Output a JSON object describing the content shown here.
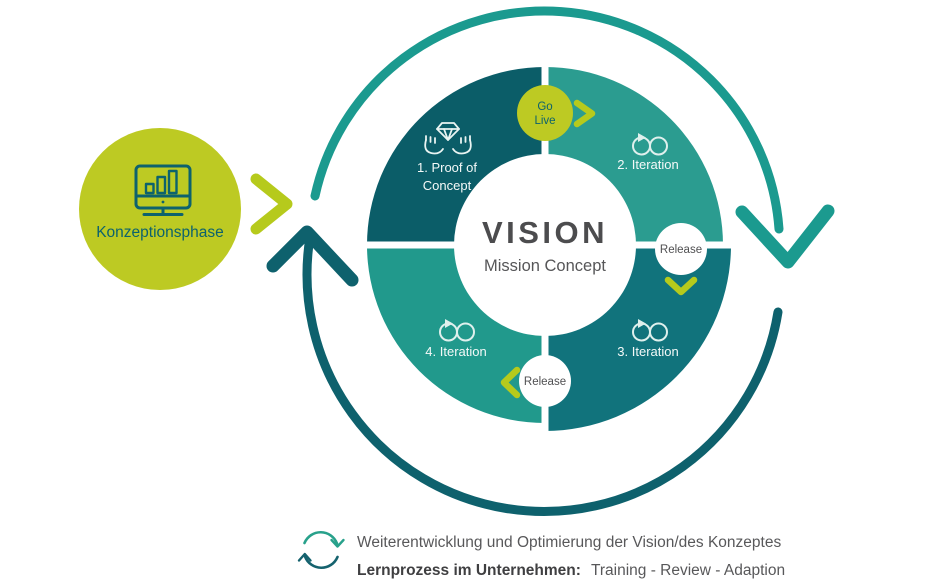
{
  "colors": {
    "lime": "#bdca23",
    "lime_chevron": "#b6ca1c",
    "teal_dark_text": "#0d626d",
    "quadrant1": "#0b5d68",
    "quadrant2": "#2b9c90",
    "quadrant3": "#11737c",
    "quadrant4": "#21998c",
    "arc_top": "#1b9a8f",
    "arc_bottom": "#0e616d",
    "title_text": "#4c4c4e",
    "subtitle_text": "#565658",
    "body_text": "#58585a",
    "bold_text": "#3f3f41",
    "release_text": "#505052",
    "legend_arc_top": "#28a18b",
    "legend_arc_bottom": "#15626e",
    "white": "#ffffff"
  },
  "start_node": {
    "label": "Konzeptionsphase",
    "icon": "monitor-bar-chart-icon"
  },
  "cycle": {
    "center": {
      "title": "VISION",
      "subtitle": "Mission Concept"
    },
    "quadrants": [
      {
        "label_line1": "1. Proof of",
        "label_line2": "Concept",
        "icon": "gem-in-hands-icon"
      },
      {
        "label": "2. Iteration",
        "icon": "infinity-loop-icon"
      },
      {
        "label": "3. Iteration",
        "icon": "infinity-loop-icon"
      },
      {
        "label": "4. Iteration",
        "icon": "infinity-loop-icon"
      }
    ],
    "milestones": {
      "go_live_line1": "Go",
      "go_live_line2": "Live",
      "release_right": "Release",
      "release_bottom": "Release"
    }
  },
  "legend": {
    "line1": "Weiterentwicklung und Optimierung der Vision/des Konzeptes",
    "line2_bold": "Lernprozess im Unternehmen:",
    "line2_rest": "Training - Review - Adaption"
  }
}
